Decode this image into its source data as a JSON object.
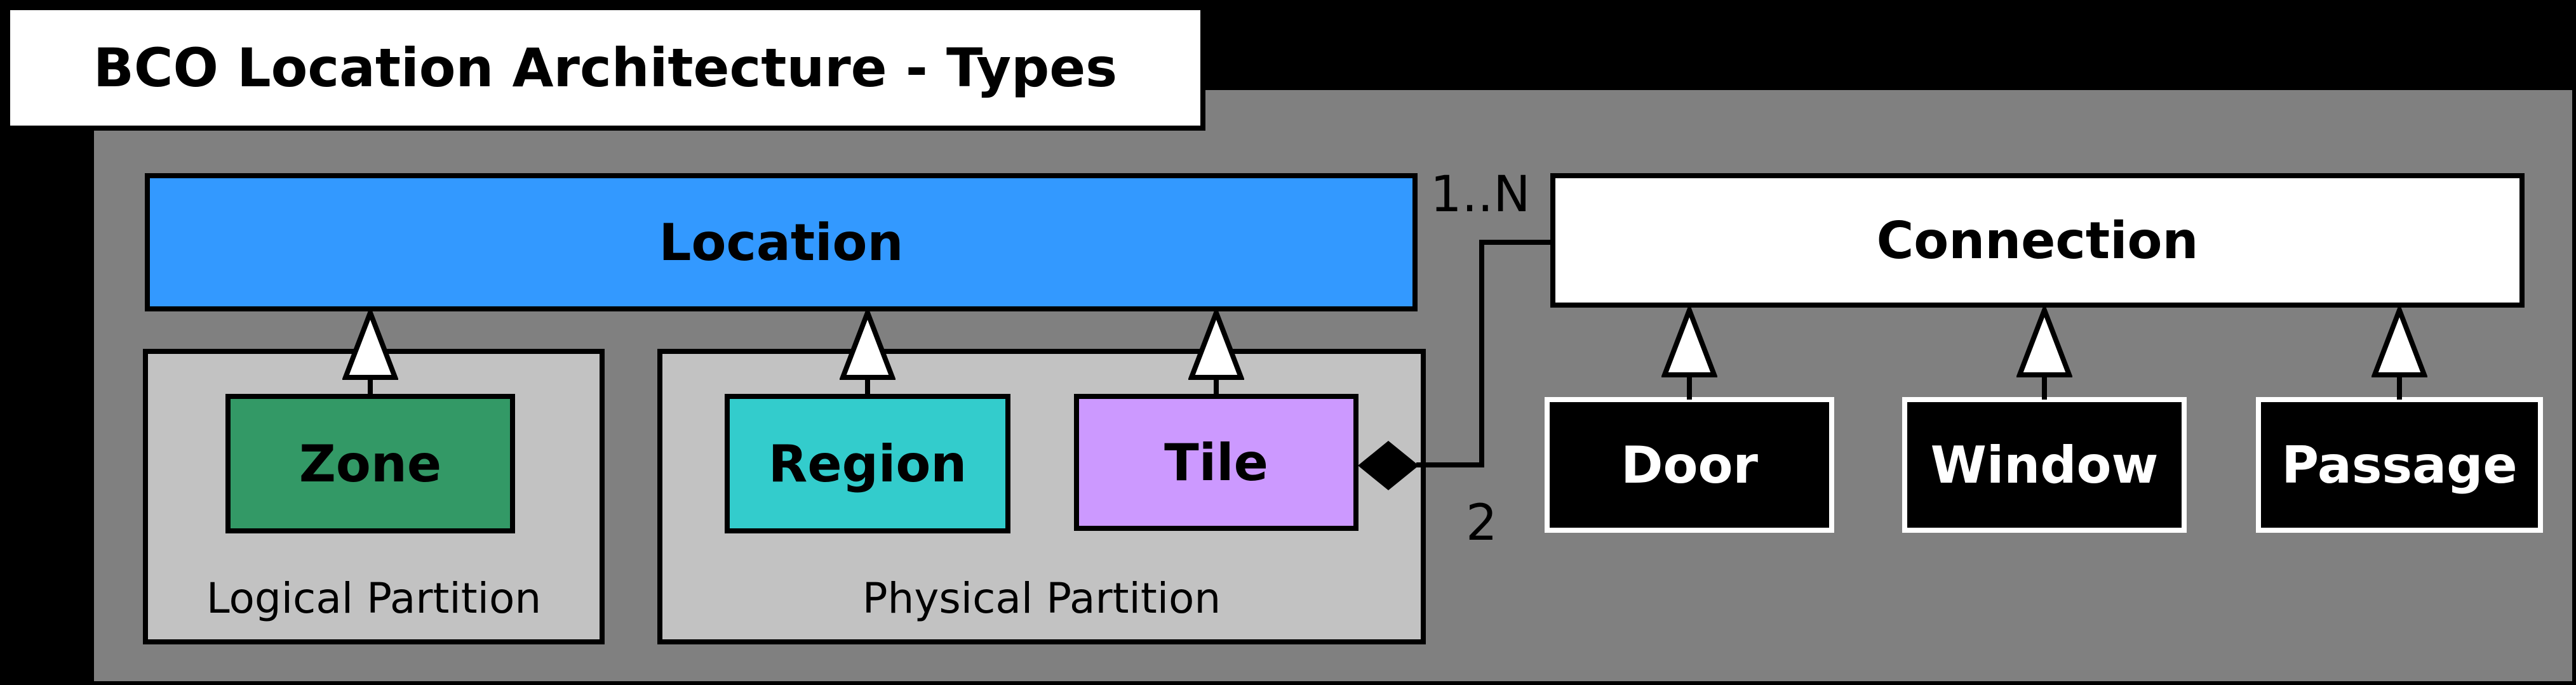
{
  "title": "BCO Location Architecture - Types",
  "nodes": {
    "location": "Location",
    "connection": "Connection",
    "zone": "Zone",
    "region": "Region",
    "tile": "Tile",
    "door": "Door",
    "window": "Window",
    "passage": "Passage"
  },
  "partitions": {
    "logical": "Logical Partition",
    "physical": "Physical Partition"
  },
  "association": {
    "connection_multiplicity": "1..N",
    "tile_multiplicity": "2"
  },
  "colors": {
    "page_background": "#000000",
    "canvas_background": "#808080",
    "partition_background": "#C2C2C2",
    "location_fill": "#3399FF",
    "connection_fill": "#FFFFFF",
    "zone_fill": "#339966",
    "region_fill": "#33CCCC",
    "tile_fill": "#CC99FF",
    "subtype_fill": "#000000",
    "subtype_text": "#FFFFFF",
    "title_background": "#FFFFFF",
    "line_color": "#000000"
  }
}
